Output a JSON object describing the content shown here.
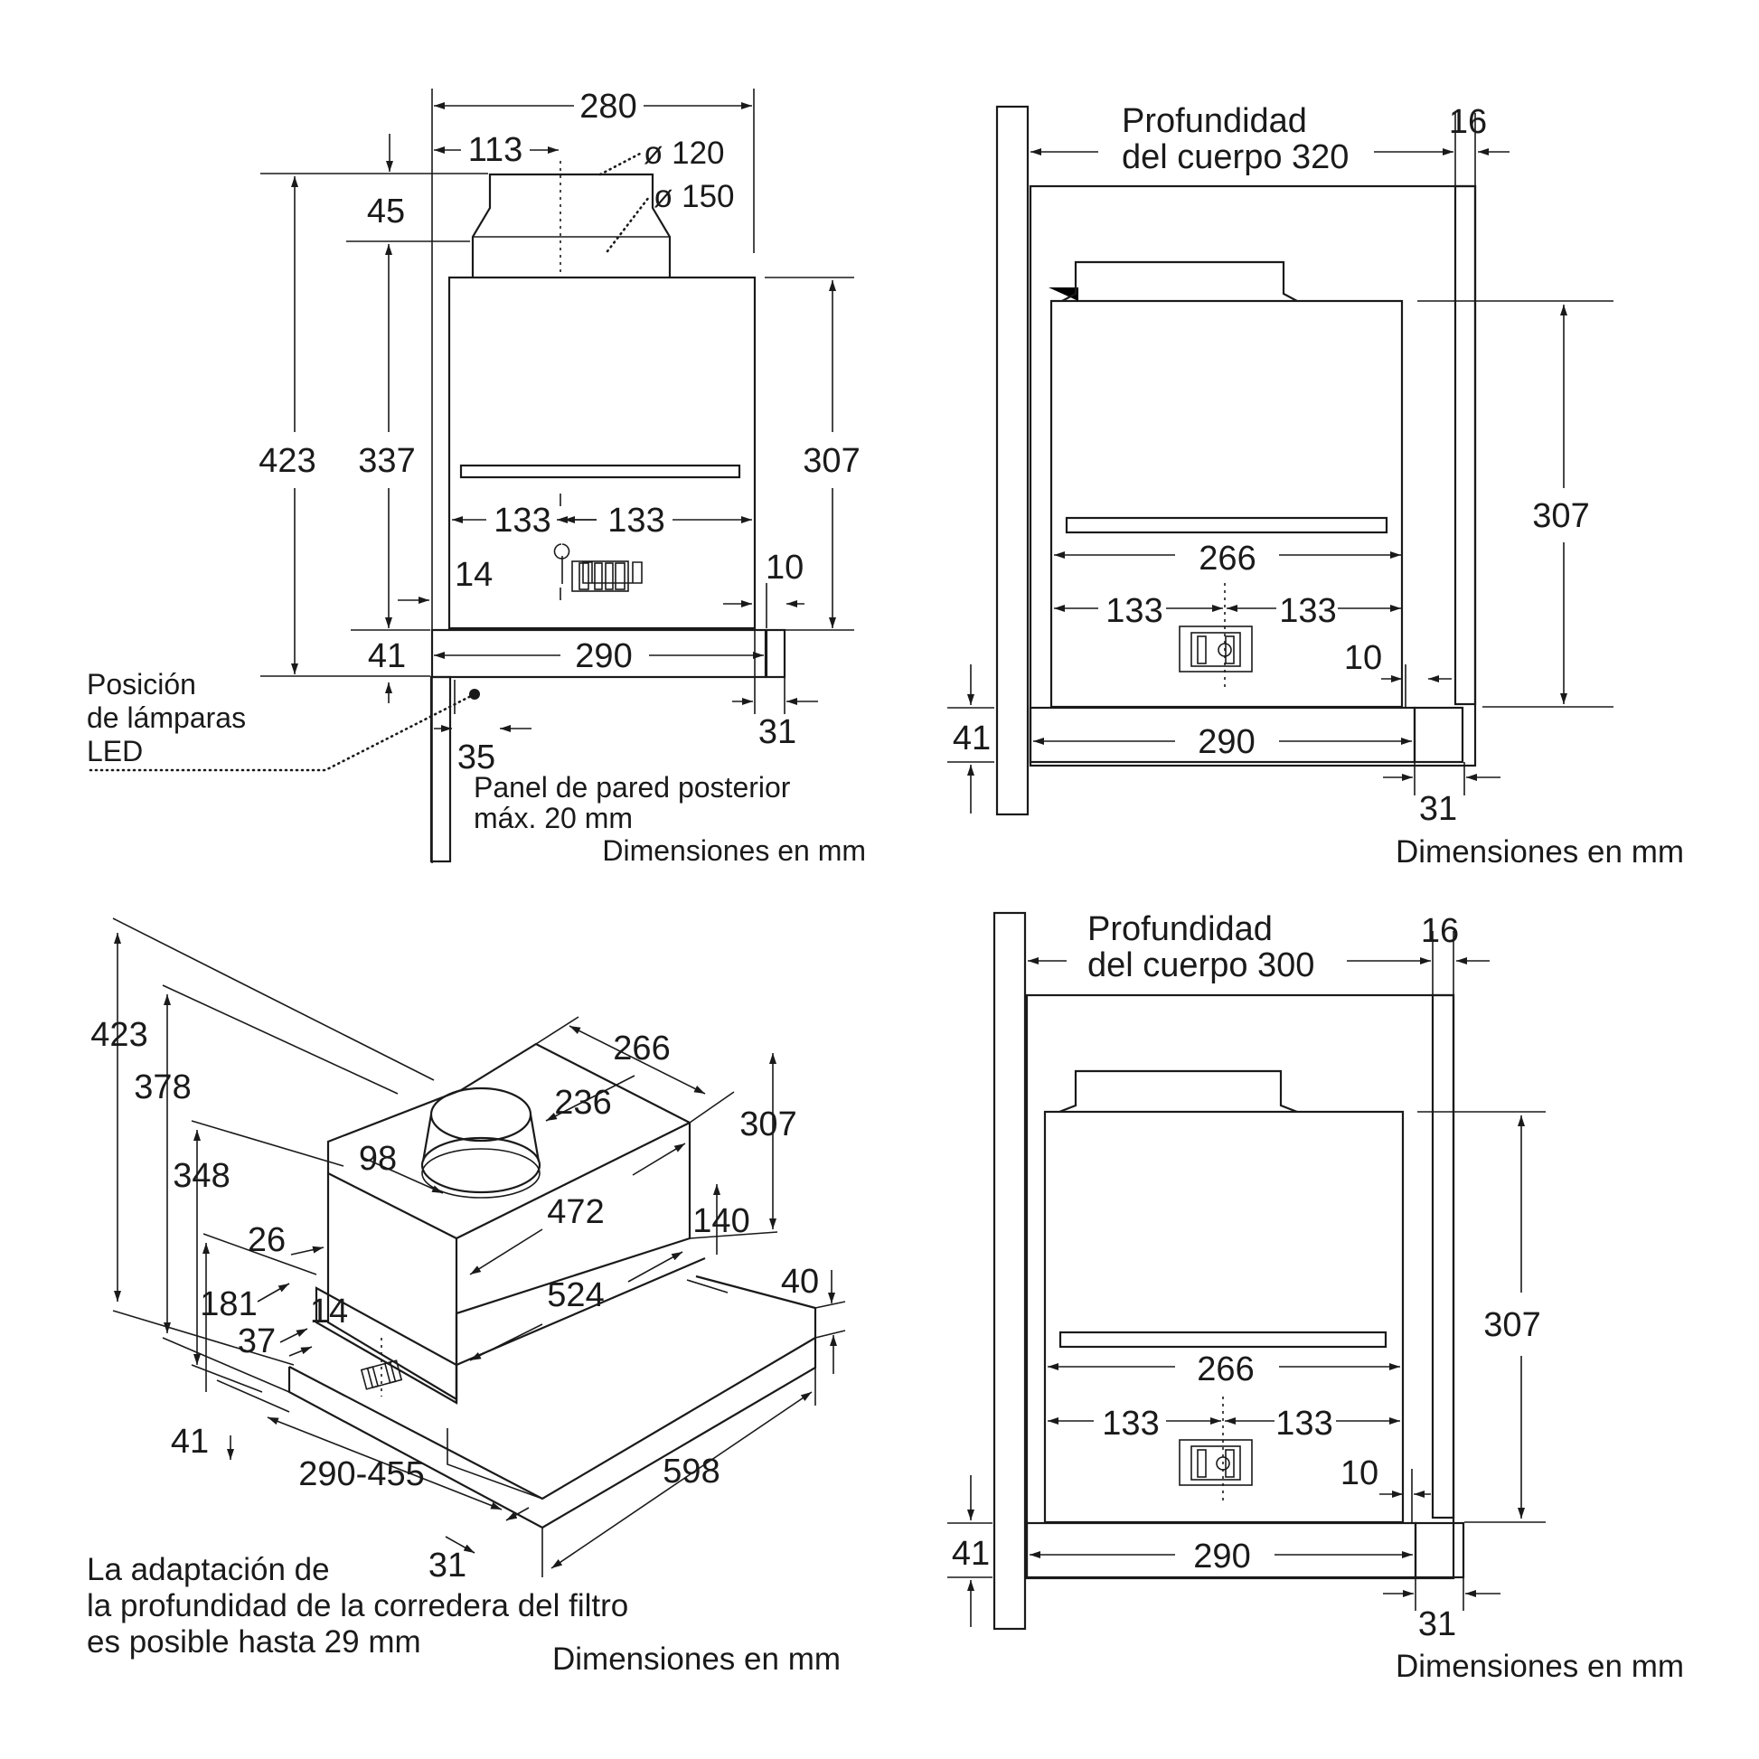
{
  "views": {
    "front": {
      "dims": {
        "w280": "280",
        "w113": "113",
        "d120": "ø 120",
        "d150": "ø 150",
        "h45": "45",
        "h423": "423",
        "h337": "337",
        "h307": "307",
        "w133l": "133",
        "w133r": "133",
        "h14": "14",
        "h10": "10",
        "h41": "41",
        "w290": "290",
        "w31": "31",
        "w35": "35"
      },
      "led_label": [
        "Posición",
        "de lámparas",
        "LED"
      ],
      "panel_label": [
        "Panel de pared posterior",
        "máx. 20 mm"
      ],
      "caption": "Dimensiones en mm"
    },
    "side_320": {
      "depth_label": [
        "Profundidad",
        "del cuerpo 320"
      ],
      "dims": {
        "w16": "16",
        "h307": "307",
        "w266": "266",
        "w133l": "133",
        "w133r": "133",
        "h10": "10",
        "h41": "41",
        "w290": "290",
        "w31": "31"
      },
      "caption": "Dimensiones en mm"
    },
    "iso": {
      "dims": {
        "h423": "423",
        "h378": "378",
        "h348": "348",
        "w266": "266",
        "w236": "236",
        "h307": "307",
        "w98": "98",
        "w472": "472",
        "h140": "140",
        "h26": "26",
        "w524": "524",
        "h181": "181",
        "h14": "14",
        "h40": "40",
        "h37": "37",
        "h41": "41",
        "w290_455": "290-455",
        "w598": "598",
        "w31": "31"
      },
      "note": [
        "La adaptación de",
        "la profundidad de la corredera del filtro",
        "es posible hasta 29 mm"
      ],
      "caption": "Dimensiones en mm"
    },
    "side_300": {
      "depth_label": [
        "Profundidad",
        "del cuerpo 300"
      ],
      "dims": {
        "w16": "16",
        "h307": "307",
        "w266": "266",
        "w133l": "133",
        "w133r": "133",
        "h10": "10",
        "h41": "41",
        "w290": "290",
        "w31": "31"
      },
      "caption": "Dimensiones en mm"
    }
  }
}
